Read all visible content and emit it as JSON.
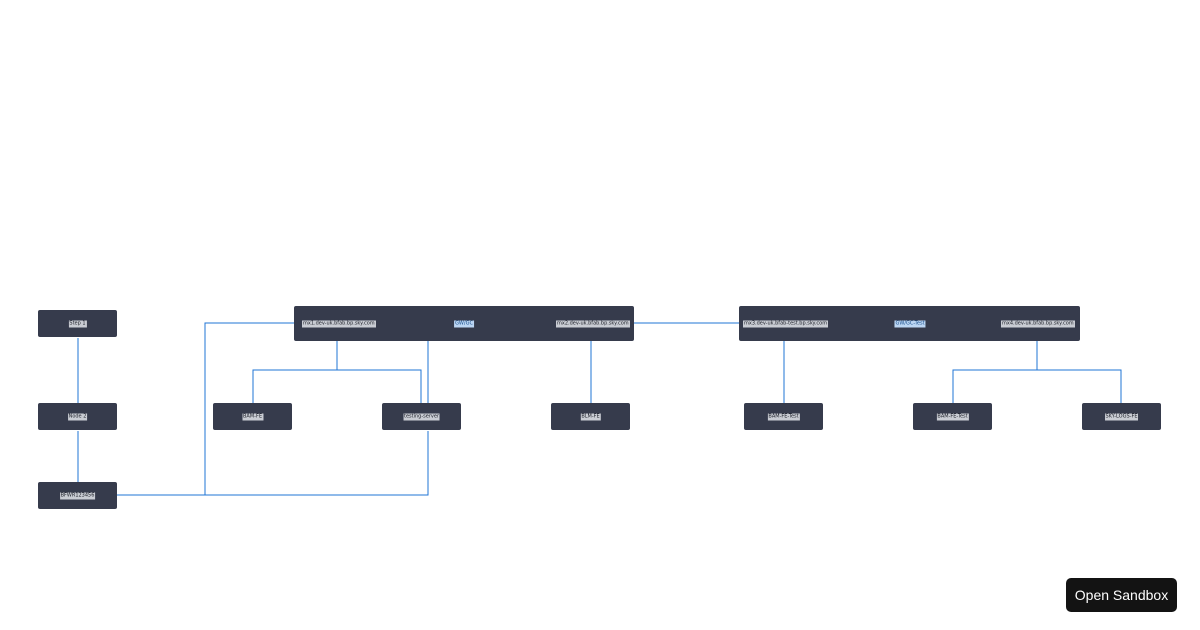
{
  "colors": {
    "node_bg": "#363b4c",
    "edge": "#1f74d6",
    "button_bg": "#131313"
  },
  "groups": {
    "left": {
      "host_a": "mx1.dev-uk.bfab.bp.sky.com",
      "name": "GW/GC",
      "host_b": "mx2.dev-uk.bfab.bp.sky.com"
    },
    "right": {
      "host_a": "mx3.dev-uk.bfab-test.bp.sky.com",
      "name": "GW/GC-Test",
      "host_b": "mx4.dev-uk.bfab.bp.sky.com"
    }
  },
  "nodes": {
    "step_1": "Step 1",
    "node_2": "Node 2",
    "bfwr": "BFWR123456",
    "bam_fe": "BAM-FE",
    "testing": "testing-server",
    "blm_fe": "BLM-FE",
    "bam_fe_test": "BAM-FE-Test",
    "bam_fe_test2": "BAM-FE-Test",
    "sky_logs": "SKY-LOGS-FE"
  },
  "button": {
    "open_sandbox": "Open Sandbox"
  }
}
